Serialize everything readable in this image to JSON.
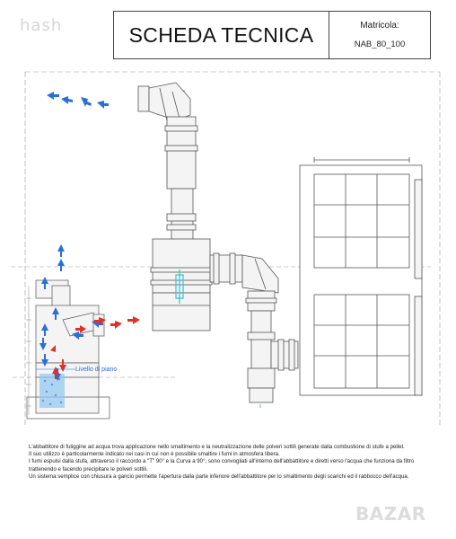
{
  "watermark_top": "hash",
  "header": {
    "title": "SCHEDA TECNICA",
    "serial_label": "Matricola:",
    "serial_value": "NAB_80_100"
  },
  "drawing": {
    "level_label": "Livello di piano"
  },
  "description": {
    "paragraphs": [
      "L'abbattitore di fuliggine ad acqua trova applicazione nello smaltimento e la neutralizzazione delle polveri sottili generate dalla combustione di stufe a pellet.",
      "Il suo utilizzo è particolarmente indicato nei casi in cui non è possibile smaltire i fumi in atmosfera libera.",
      "I fumi espulsi dalla stufa, attraverso il raccordo a \"T\" 90° e la Curva a 90°, sono convogliati all'interno dell'abbattitore e diretti verso l'acqua che funziona da filtro trattenendo e facendo precipitare le polveri sottili.",
      "Un sistema semplice con chiusura a gancio permette l'apertura dalla parte inferiore dell'abbattitore per lo smaltimento degli scarichi ed il rabbocco dell'acqua."
    ]
  },
  "watermark_bottom": "BAZAR",
  "colors": {
    "line": "#555555",
    "pipe_fill": "#f4f4f4",
    "flow_blue": "#2b6fd6",
    "flow_red": "#e0302a",
    "center_line": "#3fb34f",
    "water": "#8ec8ef",
    "accent_cyan": "#36c2d8"
  }
}
